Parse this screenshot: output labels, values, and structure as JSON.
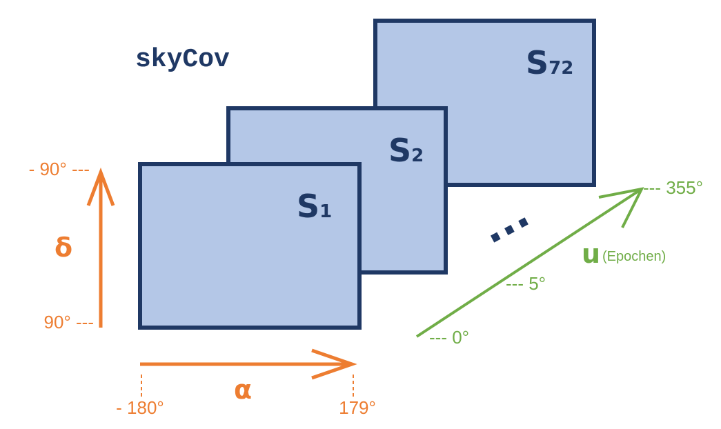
{
  "title": "skyCov",
  "frames": [
    {
      "letter": "S",
      "sub": "72"
    },
    {
      "letter": "S",
      "sub": "2"
    },
    {
      "letter": "S",
      "sub": "1"
    }
  ],
  "ellipsis": "...",
  "dec_axis": {
    "symbol": "δ",
    "top_tick": "- 90° ---",
    "bottom_tick": "90° ---"
  },
  "ra_axis": {
    "symbol": "α",
    "left_tick": "- 180°",
    "right_tick": "179°"
  },
  "epoch_axis": {
    "symbol": "u",
    "note": "(Epochen)",
    "ticks": [
      "--- 0°",
      "--- 5°",
      "--- 355°"
    ]
  },
  "colors": {
    "frame_fill": "#b4c7e7",
    "frame_stroke": "#1f3864",
    "orange": "#ed7d31",
    "green": "#70ad47"
  }
}
